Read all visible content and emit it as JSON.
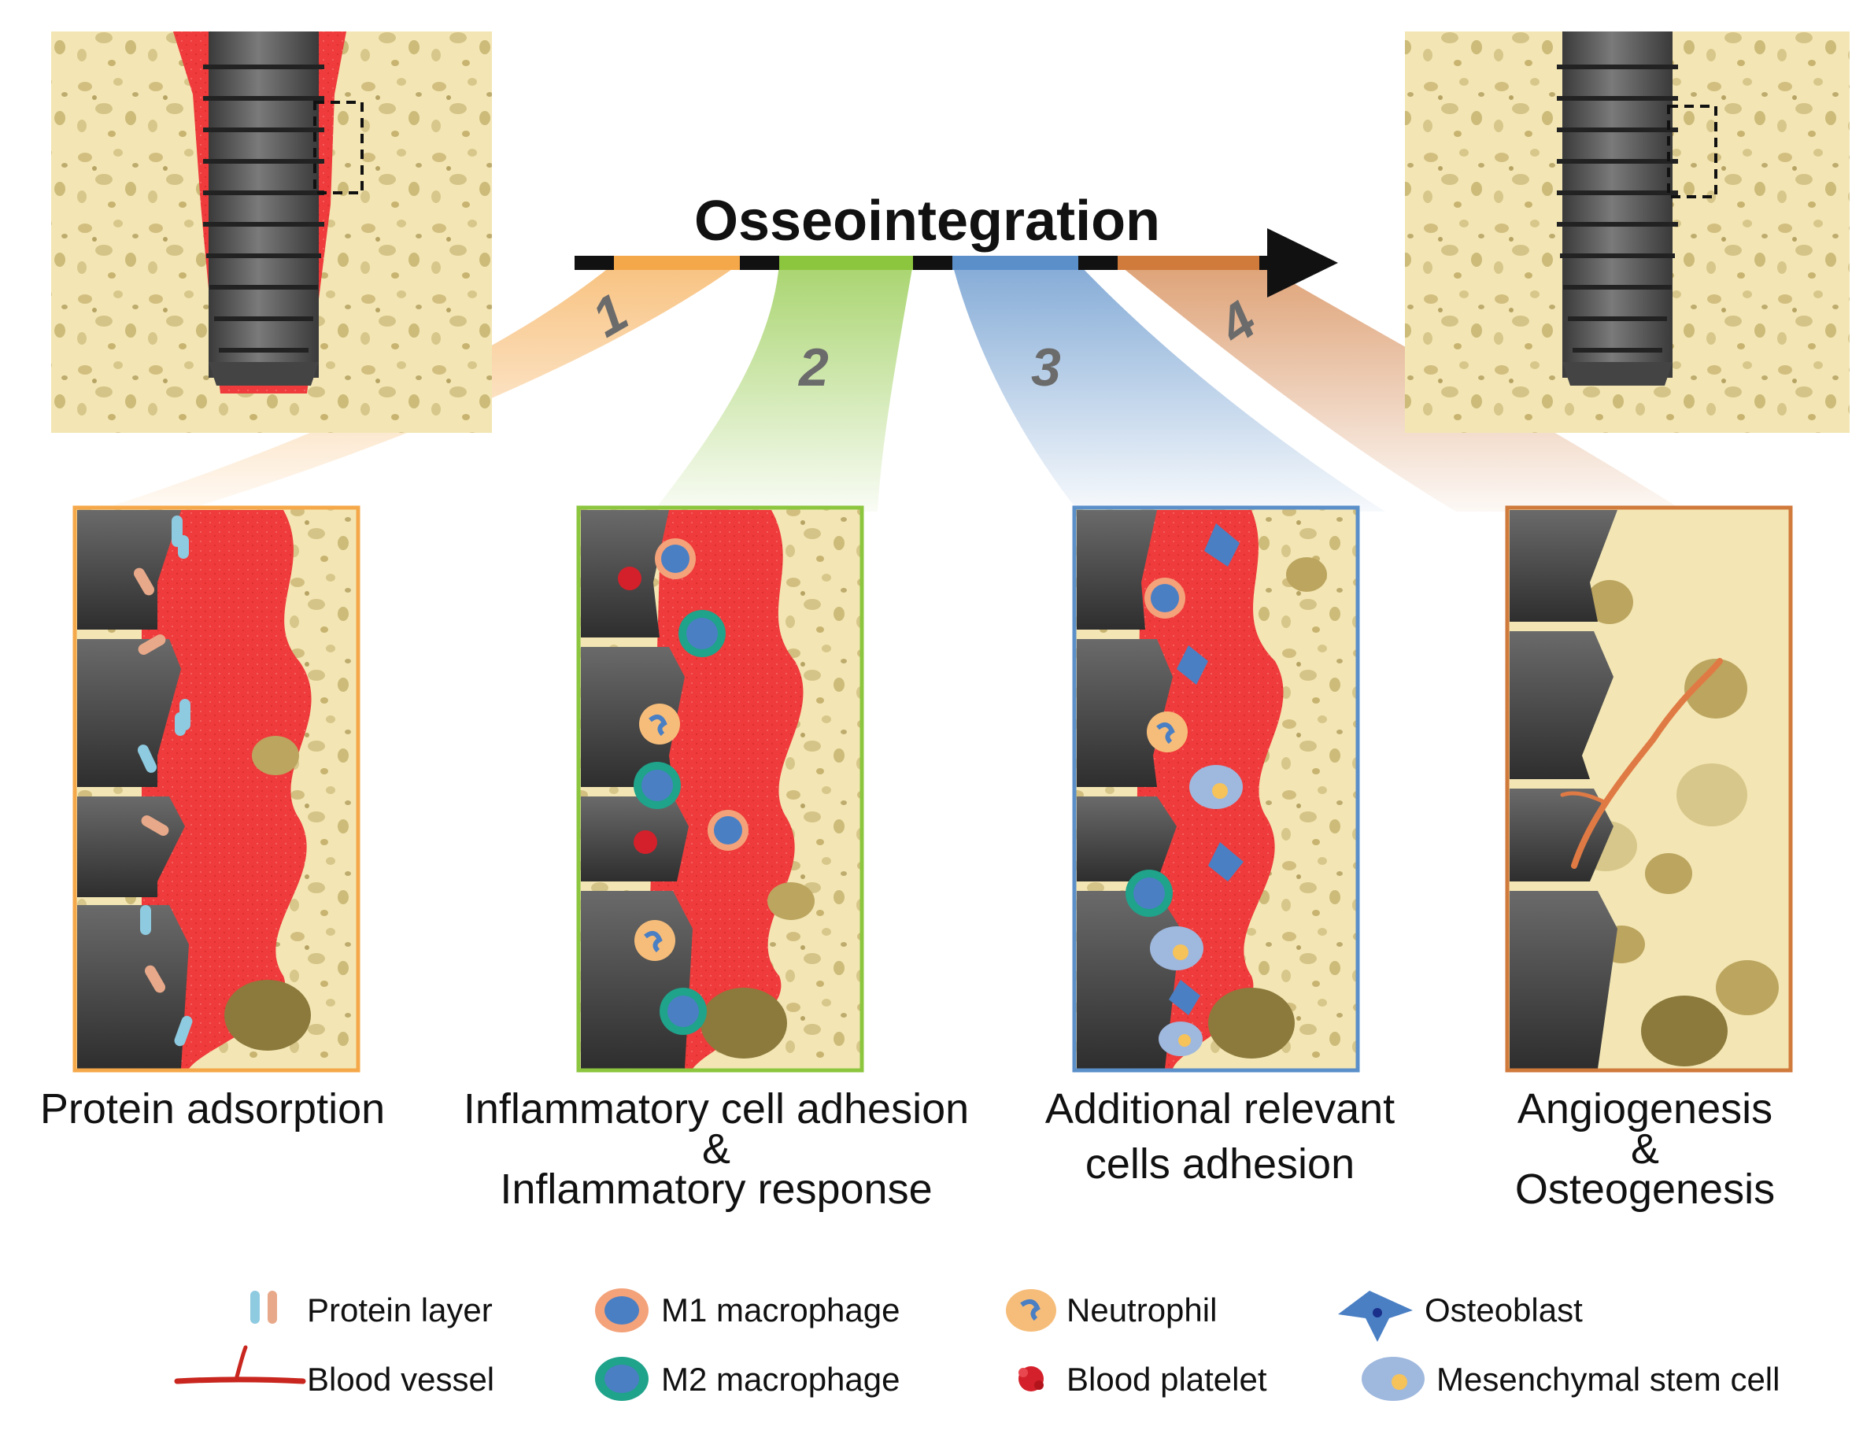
{
  "title": "Osseointegration",
  "stages": [
    {
      "number": "1",
      "caption_lines": [
        "Protein adsorption"
      ],
      "color": "#f5a84a"
    },
    {
      "number": "2",
      "caption_lines": [
        "Inflammatory cell adhesion",
        "&",
        "Inflammatory response"
      ],
      "color": "#8cc63f"
    },
    {
      "number": "3",
      "caption_lines": [
        "Additional relevant",
        "cells adhesion"
      ],
      "color": "#5b8fc9"
    },
    {
      "number": "4",
      "caption_lines": [
        "Angiogenesis",
        "&",
        "Osteogenesis"
      ],
      "color": "#d07a3c"
    }
  ],
  "legend": [
    {
      "label": "Protein layer",
      "icon": "protein-layer-icon"
    },
    {
      "label": "M1 macrophage",
      "icon": "m1-macrophage-icon"
    },
    {
      "label": "Neutrophil",
      "icon": "neutrophil-icon"
    },
    {
      "label": "Osteoblast",
      "icon": "osteoblast-icon"
    },
    {
      "label": "Blood vessel",
      "icon": "blood-vessel-icon"
    },
    {
      "label": "M2 macrophage",
      "icon": "m2-macrophage-icon"
    },
    {
      "label": "Blood platelet",
      "icon": "blood-platelet-icon"
    },
    {
      "label": "Mesenchymal stem cell",
      "icon": "mesenchymal-stem-cell-icon"
    }
  ],
  "colors": {
    "bone": "#f3e6b4",
    "bone_pore": "#c9b573",
    "blood": "#ef3b3b",
    "implant": "#5a5a5a",
    "implant_dark": "#2f2f2f"
  }
}
